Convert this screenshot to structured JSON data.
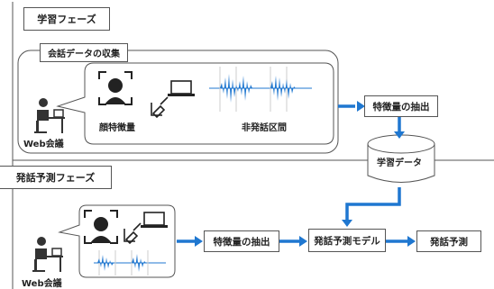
{
  "learning_phase": {
    "title": "学習フェーズ",
    "collection_title": "会話データの収集",
    "face_feature_label": "顔特徴量",
    "non_speech_label": "非発話区間",
    "web_meeting_label": "Web会議",
    "feature_extraction_label": "特徴量の抽出",
    "training_data_label": "学習データ"
  },
  "prediction_phase": {
    "title": "発話予測フェーズ",
    "web_meeting_label": "Web会議",
    "feature_extraction_label": "特徴量の抽出",
    "model_label": "発話予測モデル",
    "prediction_label": "発話予測"
  },
  "colors": {
    "arrow": "#1f77d0",
    "waveform": "#1f77d0",
    "border": "#555555"
  },
  "icons": [
    "person-at-desk-icon",
    "face-recognition-icon",
    "laptop-icon",
    "hand-pointer-icon",
    "waveform-icon",
    "database-cylinder-icon"
  ]
}
